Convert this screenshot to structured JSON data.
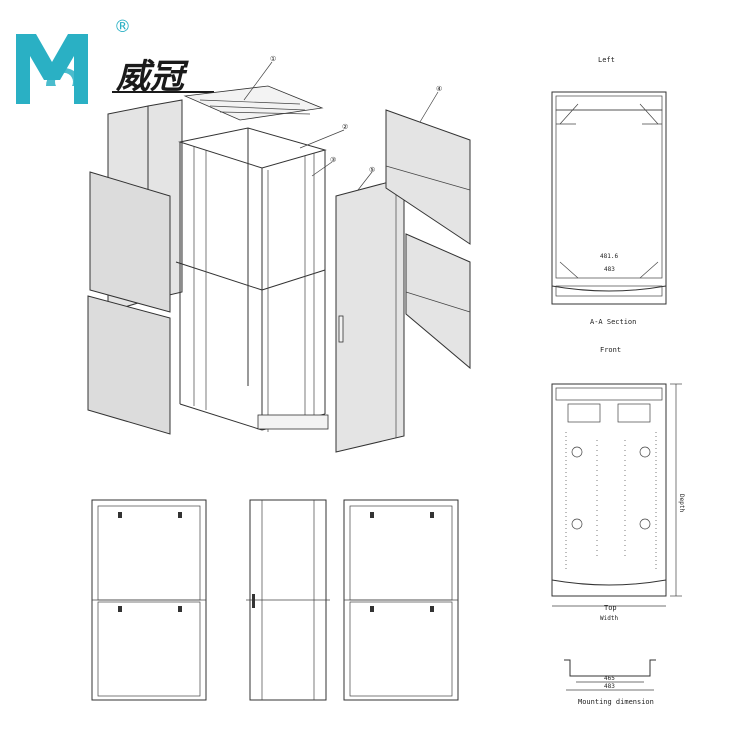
{
  "brand": {
    "name": "威冠",
    "registered_mark": "®",
    "logo_letters": "MC",
    "logo_color": "#2ab0c4"
  },
  "exploded_view": {
    "callouts": [
      "①",
      "④",
      "②",
      "③",
      "⑤"
    ]
  },
  "drawings": {
    "left_title": "Left",
    "section_label": "A-A Section",
    "section_dim_inner": "481.6",
    "section_dim_outer": "483",
    "front_title": "Front",
    "front_depth_dim": "Depth",
    "top_title": "Top",
    "top_width_dim": "Width",
    "mounting_dim_inner": "465",
    "mounting_dim_outer": "483",
    "mounting_label": "Mounting dimension"
  },
  "colors": {
    "line": "#333333",
    "panel_fill": "#e4e4e4",
    "accent": "#2ab0c4"
  }
}
